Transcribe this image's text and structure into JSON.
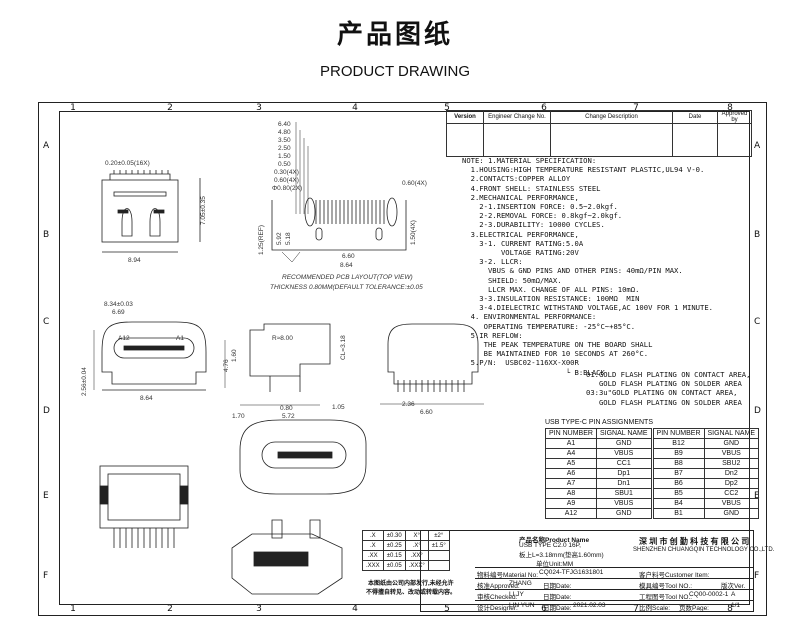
{
  "header": {
    "title_zh": "产品图纸",
    "title_en": "PRODUCT DRAWING"
  },
  "grid": {
    "columns": [
      "1",
      "2",
      "3",
      "4",
      "5",
      "6",
      "7",
      "8"
    ],
    "rows": [
      "A",
      "B",
      "C",
      "D",
      "E",
      "F"
    ]
  },
  "revision_table": {
    "headers": [
      "Version",
      "Engineer Change No.",
      "Change Description",
      "Date",
      "Approved by"
    ]
  },
  "notes": [
    "NOTE: 1.MATERIAL SPECIFICATION:",
    "  1.HOUSING:HIGH TEMPERATURE RESISTANT PLASTIC,UL94 V-0.",
    "  2.CONTACTS:COPPER ALLOY",
    "  4.FRONT SHELL: STAINLESS STEEL",
    "  2.MECHANICAL PERFORMANCE,",
    "    2-1.INSERTION FORCE: 0.5~2.0kgf.",
    "    2-2.REMOVAL FORCE: 0.8kgf~2.0kgf.",
    "    2-3.DURABILITY: 10000 CYCLES.",
    "  3.ELECTRICAL PERFORMANCE,",
    "    3-1. CURRENT RATING:5.0A",
    "         VOLTAGE RATING:20V",
    "    3-2. LLCR:",
    "      VBUS & GND PINS AND OTHER PINS: 40mΩ/PIN MAX.",
    "      SHIELD: 50mΩ/MAX.",
    "      LLCR MAX. CHANGE OF ALL PINS: 10mΩ.",
    "    3-3.INSULATION RESISTANCE: 100MΩ  MIN",
    "    3-4.DIELECTRIC WITHSTAND VOLTAGE,AC 100V FOR 1 MINUTE.",
    "  4. ENVIRONMENTAL PERFORMANCE:",
    "     OPERATING TEMPERATURE: -25°C~+85°C.",
    "  5.IR REFLOW:",
    "     THE PEAK TEMPERATURE ON THE BOARD SHALL",
    "     BE MAINTAINED FOR 10 SECONDS AT 260°C.",
    "  5.P/N:  USBC02-116XX-X00R",
    "                        └ B:BLACK"
  ],
  "plating": [
    "01:GOLD FLASH PLATING ON CONTACT AREA,",
    "   GOLD FLASH PLATING ON SOLDER AREA",
    "03:3u\"GOLD PLATING ON CONTACT AREA,",
    "   GOLD FLASH PLATING ON SOLDER AREA"
  ],
  "pin_table": {
    "title": "USB TYPE-C PIN ASSIGNMENTS",
    "headers": [
      "PIN NUMBER",
      "SIGNAL NAME",
      "PIN NUMBER",
      "SIGNAL NAME"
    ],
    "rows": [
      [
        "A1",
        "GND",
        "B12",
        "GND"
      ],
      [
        "A4",
        "VBUS",
        "B9",
        "VBUS"
      ],
      [
        "A5",
        "CC1",
        "B8",
        "SBU2"
      ],
      [
        "A6",
        "Dp1",
        "B7",
        "Dn2"
      ],
      [
        "A7",
        "Dn1",
        "B6",
        "Dp2"
      ],
      [
        "A8",
        "SBU1",
        "B5",
        "CC2"
      ],
      [
        "A9",
        "VBUS",
        "B4",
        "VBUS"
      ],
      [
        "A12",
        "GND",
        "B1",
        "GND"
      ]
    ]
  },
  "tolerances": [
    [
      ".X",
      "±0.30",
      "X°",
      "±2°"
    ],
    [
      ".X",
      "±0.25",
      ".X°",
      "±1.5°"
    ],
    [
      ".XX",
      "±0.15",
      ".XX°",
      ""
    ],
    [
      ".XXX",
      "±0.05",
      ".XXX°",
      ""
    ]
  ],
  "title_block": {
    "product_name": "产品名称Product Name",
    "product_desc1": "USB TYPE C2.0 16P,",
    "product_desc2": "板上L=3.18mm(垫高1.60mm)",
    "unit": "单位Unit:MM",
    "company_zh": "深 圳 市 创 勤 科 技 有 限 公 司",
    "company_en": "SHENZHEN CHUANGQIN TECHNOLOGY CO.,LTD.",
    "material_no_label": "物料编号Material No:",
    "material_no": "CQ024-TFJG1631801",
    "customer_item_label": "客户料号Customer Item:",
    "approved_label": "核准Approved:",
    "approved_by": "ZHANG",
    "checked_label": "审核Checked:",
    "checked_by": "LI JY",
    "designer_label": "设计Designer:",
    "designer": "LIN YUN",
    "date_label": "日期Date:",
    "date_value": "2021.02.03",
    "tool_label": "模具编号Tool NO.:",
    "tool_label2": "工程图号Tool NO.:",
    "tool_no": "CQ00-0002-1",
    "version_label": "版次Ver.",
    "version": "A",
    "scale_label": "比例Scale:",
    "page_label": "页数Page:",
    "page": "1/1",
    "disclaimer1": "本图纸由公司内部发行,未经允许",
    "disclaimer2": "不得擅自转见、改动或转载内容。"
  },
  "dims": {
    "top_view": [
      "0.20±0.05(16X)",
      "8.94",
      "7.05±0.35"
    ],
    "pcb": [
      "6.40",
      "4.80",
      "3.50",
      "2.50",
      "1.50",
      "0.50",
      "0.30(4X)",
      "0.60(4X)",
      "Φ0.80(2X)",
      "0.60(4X)",
      "1.50(4X)",
      "1.25(REF)",
      "5.92",
      "5.18",
      "6.60",
      "8.64"
    ],
    "pcb_caption1": "RECOMMENDED PCB LAYOUT(TOP VIEW)",
    "pcb_caption2": "THICKNESS 0.80MM(DEFAULT TOLERANCE:±0.05",
    "front": [
      "8.34±0.03",
      "6.69",
      "A12",
      "A1",
      "2.56±0.04",
      "8.64"
    ],
    "side": [
      "R≈8.00",
      "CL=3.18",
      "4.76",
      "1.60",
      "0.80",
      "1.70",
      "5.72",
      "1.05",
      "6.60",
      "2.36"
    ]
  }
}
